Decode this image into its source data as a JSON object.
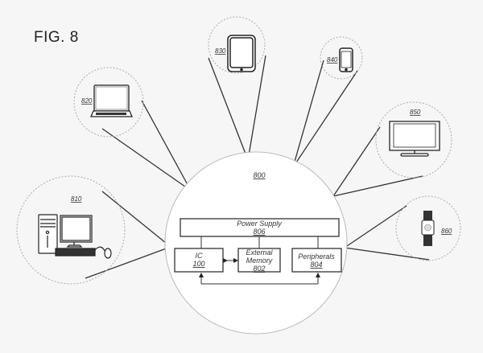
{
  "figure": {
    "title": "FIG. 8",
    "system": {
      "ref": "800",
      "blocks": {
        "power_supply": {
          "label": "Power Supply",
          "ref": "806"
        },
        "ic": {
          "label": "IC",
          "ref": "100"
        },
        "external_memory": {
          "label_line1": "External",
          "label_line2": "Memory",
          "ref": "802"
        },
        "peripherals": {
          "label": "Peripherals",
          "ref": "804"
        }
      }
    },
    "devices": [
      {
        "ref": "810",
        "type": "desktop-computer"
      },
      {
        "ref": "820",
        "type": "laptop"
      },
      {
        "ref": "830",
        "type": "tablet"
      },
      {
        "ref": "840",
        "type": "smartphone"
      },
      {
        "ref": "850",
        "type": "television"
      },
      {
        "ref": "860",
        "type": "smartwatch"
      }
    ]
  }
}
